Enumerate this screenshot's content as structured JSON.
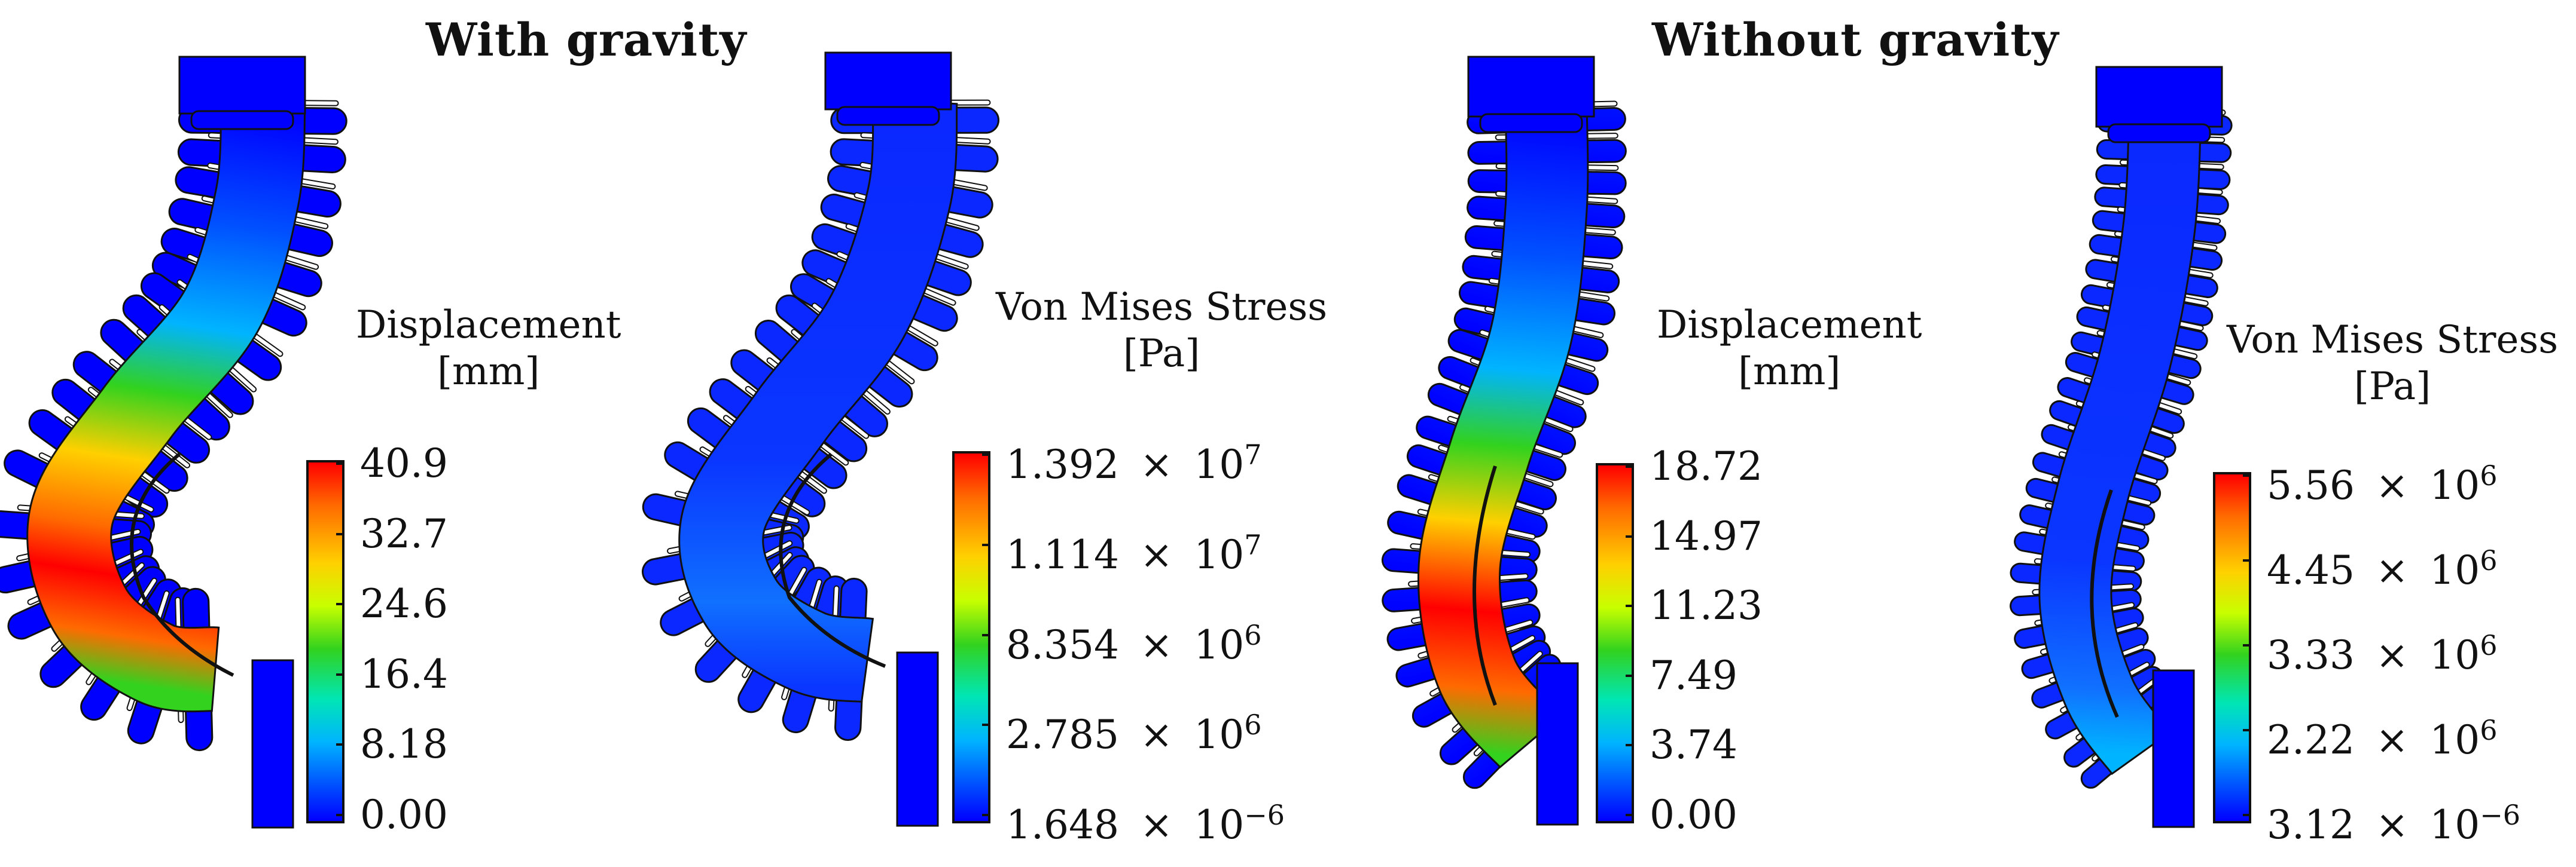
{
  "groups": [
    {
      "heading": "With gravity",
      "panels": [
        {
          "label_line1": "Displacement",
          "label_line2": "[mm]",
          "ticks": [
            "40.9",
            "32.7",
            "24.6",
            "16.4",
            "8.18",
            "0.00"
          ]
        },
        {
          "label_line1": "Von Mises Stress",
          "label_line2": "[Pa]",
          "ticks": [
            {
              "m": "1.392",
              "e": "7"
            },
            {
              "m": "1.114",
              "e": "7"
            },
            {
              "m": "8.354",
              "e": "6"
            },
            {
              "m": "2.785",
              "e": "6"
            },
            {
              "m": "1.648",
              "e": "−6"
            }
          ]
        }
      ]
    },
    {
      "heading": "Without gravity",
      "panels": [
        {
          "label_line1": "Displacement",
          "label_line2": "[mm]",
          "ticks": [
            "18.72",
            "14.97",
            "11.23",
            "7.49",
            "3.74",
            "0.00"
          ]
        },
        {
          "label_line1": "Von Mises Stress",
          "label_line2": "[Pa]",
          "ticks": [
            {
              "m": "5.56",
              "e": "6"
            },
            {
              "m": "4.45",
              "e": "6"
            },
            {
              "m": "3.33",
              "e": "6"
            },
            {
              "m": "2.22",
              "e": "6"
            },
            {
              "m": "3.12",
              "e": "−6"
            }
          ]
        }
      ]
    }
  ],
  "times_sign": "×",
  "base": "10",
  "colors": {
    "blue": "#0000ff",
    "cyan": "#00b4ff",
    "green": "#32d21e",
    "yellow": "#ffd000",
    "orange": "#ff6a00",
    "red": "#ff0000",
    "outline": "#111111"
  }
}
